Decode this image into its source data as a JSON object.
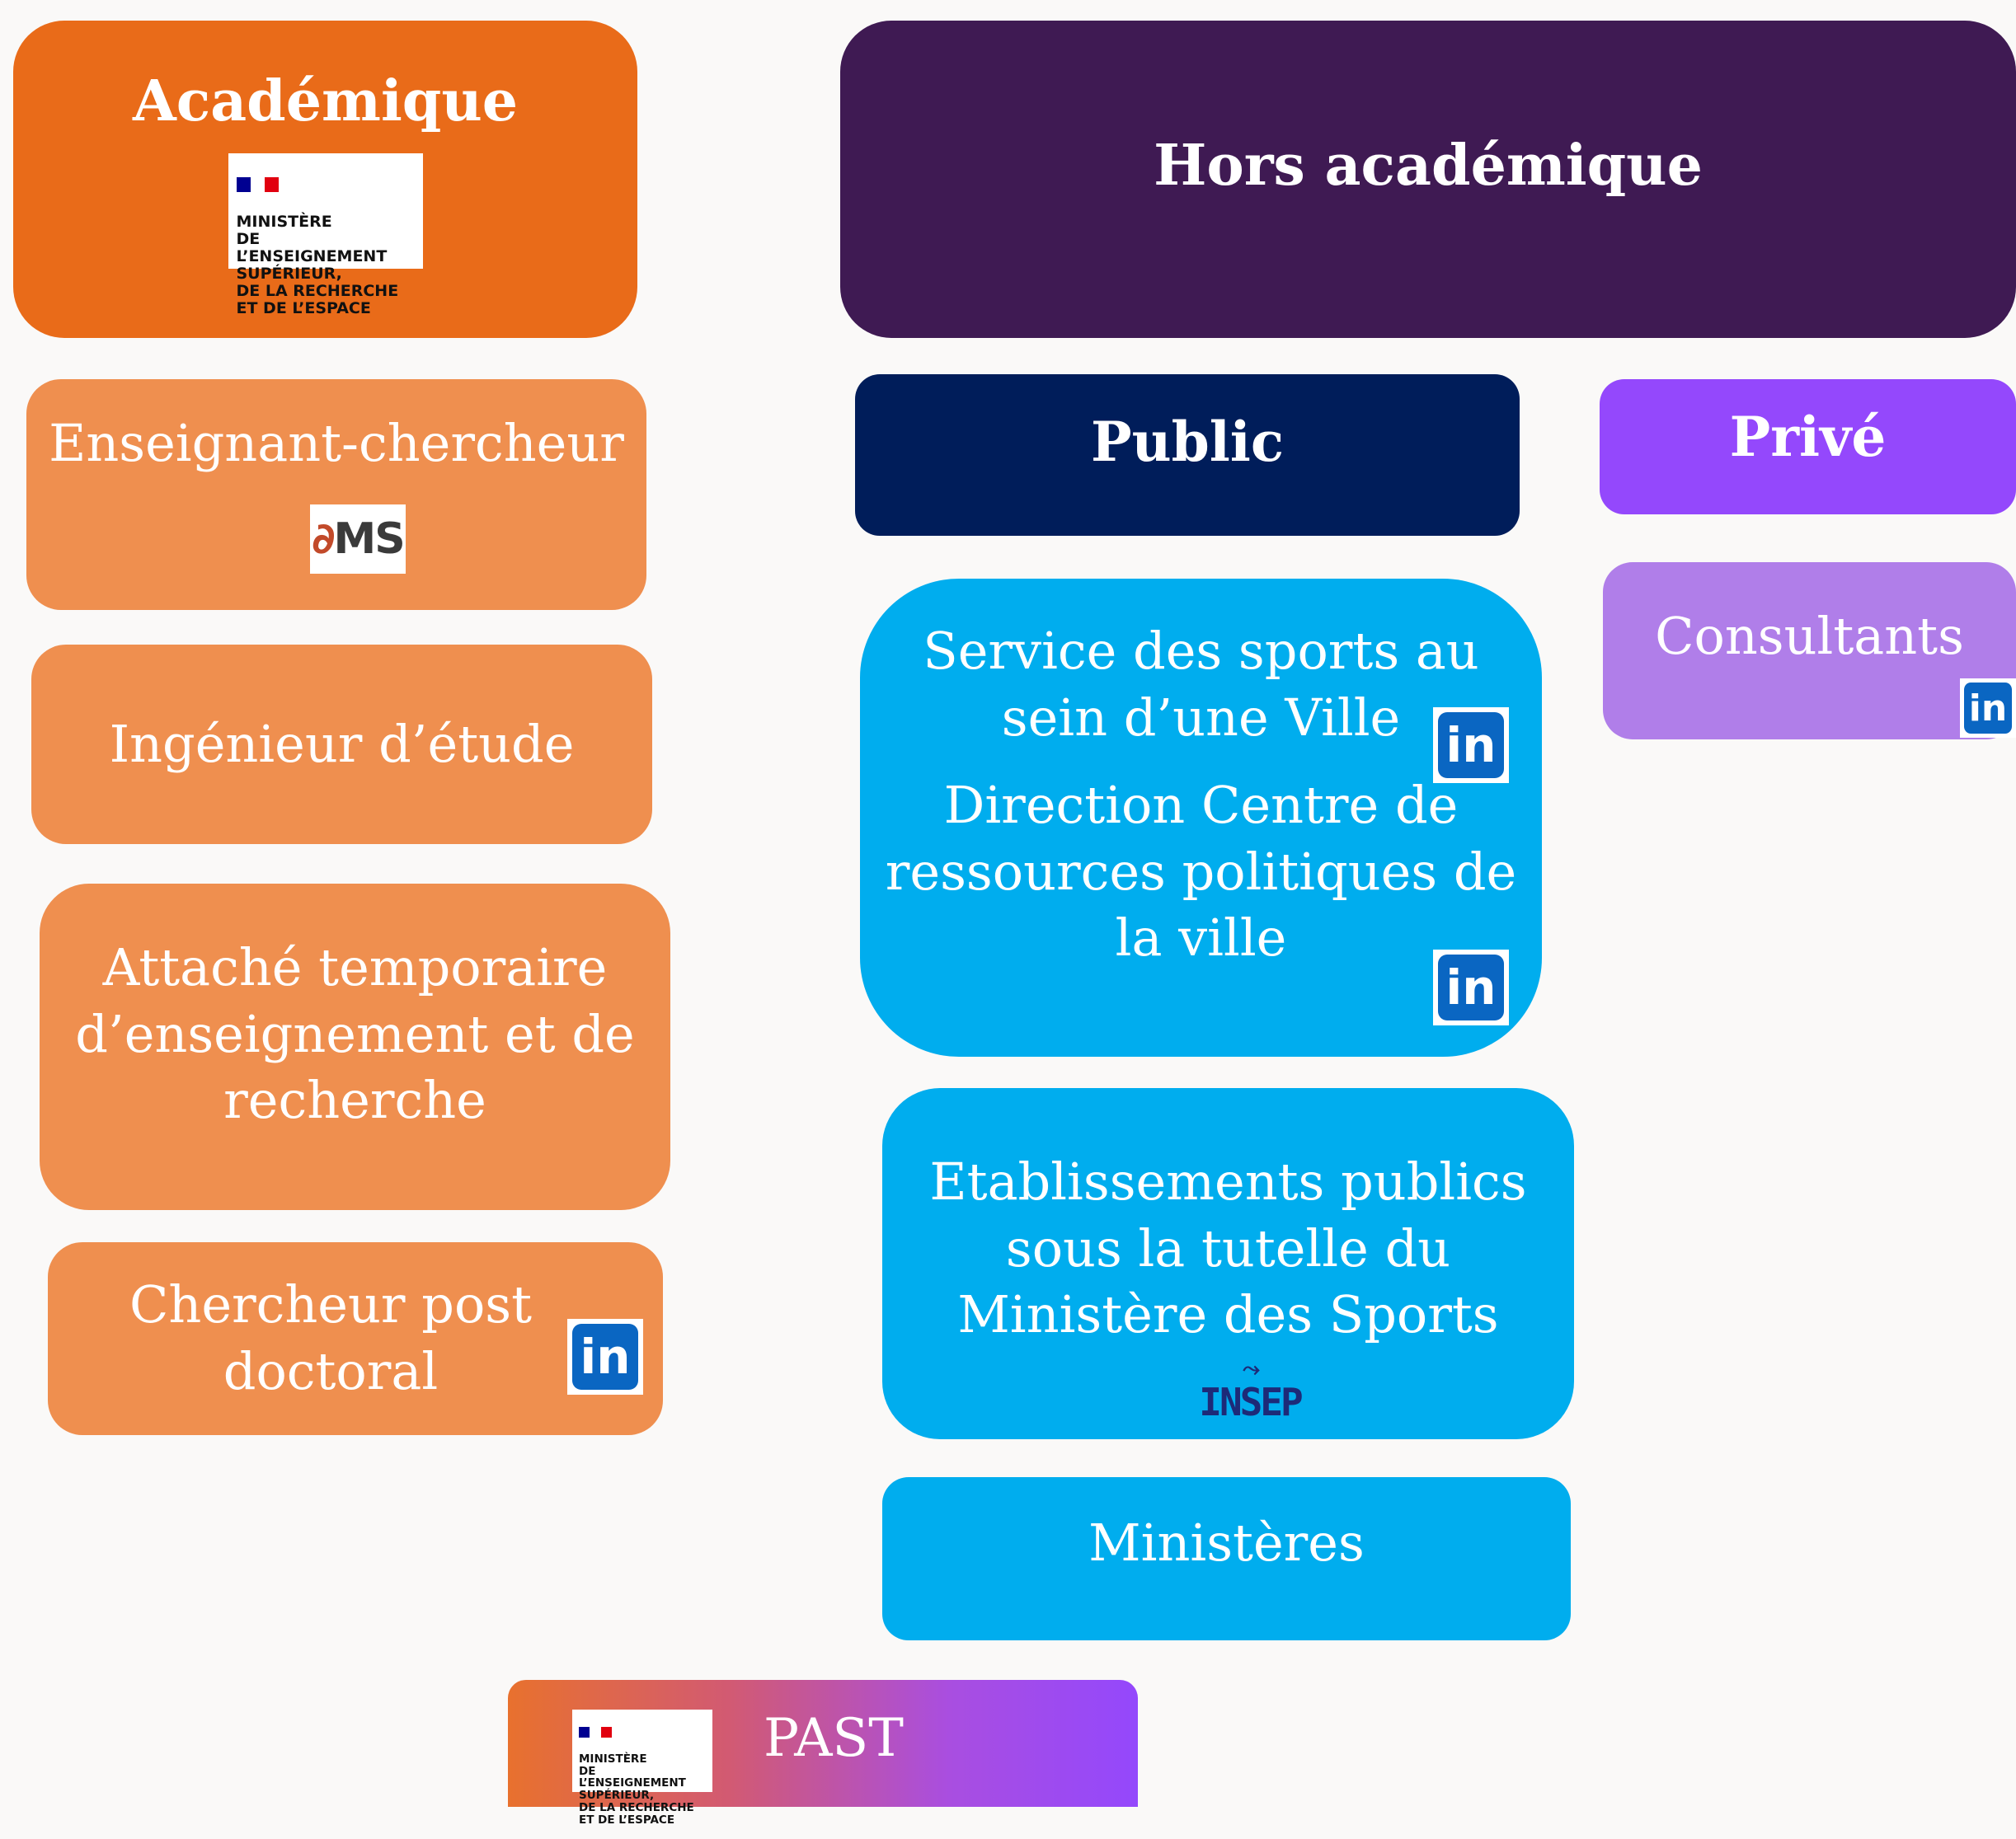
{
  "academique": {
    "title": "Académique"
  },
  "hors_academique": {
    "title": "Hors académique"
  },
  "public": {
    "title": "Public"
  },
  "prive": {
    "title": "Privé"
  },
  "consultants": {
    "label": "Consultants"
  },
  "enseignant_chercheur": {
    "label": "Enseignant-chercheur"
  },
  "ingenieur": {
    "label": "Ingénieur d’étude"
  },
  "attache": {
    "label": "Attaché temporaire\nd’enseignement et de\nrecherche"
  },
  "chercheur_post": {
    "label": "Chercheur post\ndoctoral"
  },
  "service_sports": {
    "label": "Service des sports au\nsein d’une Ville"
  },
  "direction_centre": {
    "label": "Direction Centre de\nressources politiques de\nla ville"
  },
  "etablissements": {
    "label": "Etablissements publics\nsous la tutelle du\nMinistère des Sports"
  },
  "ministeres": {
    "label": "Ministères"
  },
  "past": {
    "label": "PAST"
  },
  "logos": {
    "ministere_text": "MINISTÈRE\nDE L’ENSEIGNEMENT\nSUPÉRIEUR,\nDE LA RECHERCHE\nET DE L’ESPACE",
    "linkedin_text": "in",
    "ems_text": "MS",
    "insep_text": "INSEP"
  },
  "colors": {
    "academique": "#e96b19",
    "hors_academique": "#3f1a53",
    "public": "#001d5a",
    "prive": "#9448fc",
    "consultants": "#b07ee9",
    "academic_roles": "#ef8f4f",
    "public_roles": "#00adee",
    "linkedin": "#0a66c2"
  }
}
